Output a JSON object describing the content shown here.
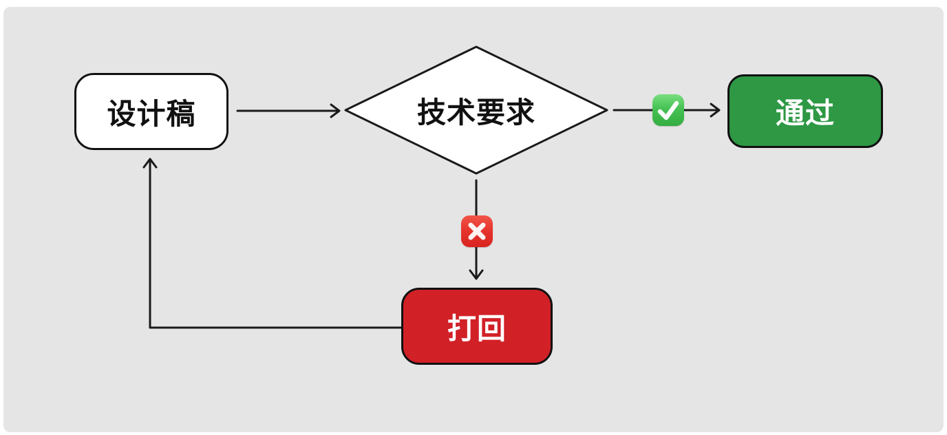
{
  "app": {
    "type": "flowchart-diagram",
    "background_color": "#ffffff",
    "surface_color": "#e5e5e5",
    "line_color": "#1a1a1a",
    "node_border_color": "#111111"
  },
  "flowchart": {
    "nodes": {
      "design": {
        "label": "设计稿",
        "shape": "rounded-rectangle",
        "fill": "#ffffff",
        "text_color": "#111111"
      },
      "decision": {
        "label": "技术要求",
        "shape": "diamond",
        "fill": "#ffffff",
        "text_color": "#111111"
      },
      "pass": {
        "label": "通过",
        "shape": "rounded-rectangle",
        "fill": "#2e9844",
        "text_color": "#ffffff"
      },
      "reject": {
        "label": "打回",
        "shape": "rounded-rectangle",
        "fill": "#d22027",
        "text_color": "#ffffff"
      }
    },
    "edges": [
      {
        "from": "design",
        "to": "decision",
        "style": "straight-arrow"
      },
      {
        "from": "decision",
        "to": "pass",
        "style": "straight-arrow",
        "badge": "check-mark-button-emoji"
      },
      {
        "from": "decision",
        "to": "reject",
        "style": "straight-arrow",
        "badge": "cross-mark-emoji"
      },
      {
        "from": "reject",
        "to": "design",
        "style": "elbow-arrow"
      }
    ],
    "badges": {
      "check": {
        "icon": "check-mark-button-emoji",
        "color": "#46c254"
      },
      "cross": {
        "icon": "cross-mark-emoji",
        "color": "#e5332c"
      }
    }
  }
}
